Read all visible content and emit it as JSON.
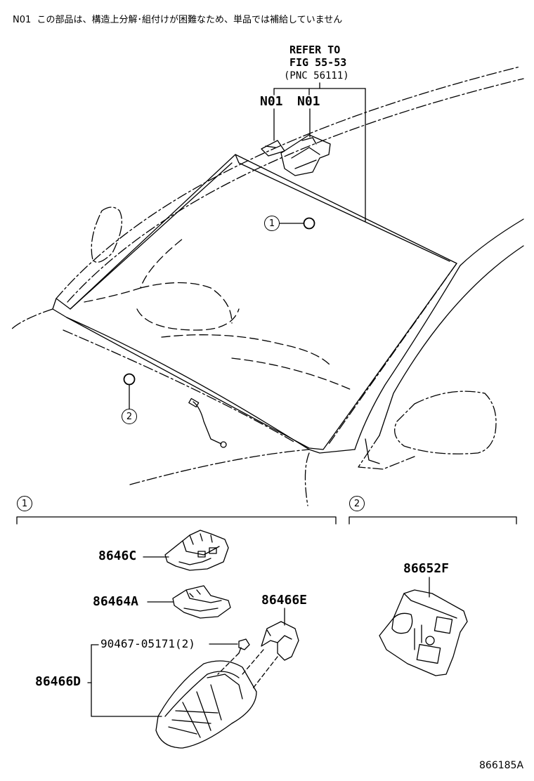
{
  "note": {
    "code": "N01",
    "text": "この部品は、構造上分解･組付けが困難なため、単品では補給していません"
  },
  "refer": {
    "line1": "REFER TO",
    "line2": "FIG 55-53",
    "line3": "(PNC 56111)",
    "tag_a": "N01",
    "tag_b": "N01"
  },
  "callouts": {
    "one": "1",
    "two": "2"
  },
  "sections": {
    "one_label": "1",
    "two_label": "2"
  },
  "parts": {
    "p1": "8646C",
    "p2": "86464A",
    "p3": "86466E",
    "p4": "90467-05171(2)",
    "p5": "86466D",
    "p6": "86652F"
  },
  "figure_id": "866185A"
}
